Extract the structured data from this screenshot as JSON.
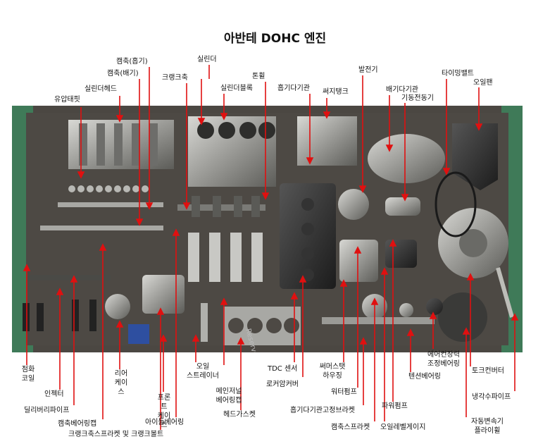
{
  "title": "아반테 DOHC 엔진",
  "watermark": "Reserved by HD1",
  "label_color": "#e01010",
  "labels": {
    "oil_pressure_switch": "유압태핏",
    "cylinder_head": "실린더헤드",
    "cam_intake": "캠축(흡기)",
    "cam_exhaust": "캠축(배기)",
    "crankshaft": "크랭크축",
    "cylinder": "실린더",
    "cylinder_block": "실린더블록",
    "flywheel_tonwheel": "톤휠",
    "intake_manifold": "흡기다기관",
    "surge_tank": "써지탱크",
    "alternator": "발전기",
    "exhaust_manifold": "배기다기관",
    "starter_motor": "기동전동기",
    "timing_belt": "타이밍밸트",
    "oil_pan": "오일팬",
    "ignition_coil": "점화\n코일",
    "injector": "인젝터",
    "delivery_pipe": "딜리버리파이프",
    "cam_bearing_cap": "캠축베어링캡",
    "crank_sprocket_bolt": "크랭크축스프라켓 및 크랭크볼트",
    "rear_case": "리어\n케이스",
    "front_case": "프론트\n케이스",
    "idler_bearing": "아이들베어링",
    "oil_strainer": "오일\n스트레이너",
    "main_journal_cap": "메인저널\n베어링캡",
    "head_gasket": "헤드가스켓",
    "tdc_sensor": "TDC 센서",
    "rocker_arm_cover": "로커암커버",
    "thermostat_housing": "써머스탯\n하우징",
    "water_pump": "워터펌프",
    "intake_bracket": "흡기다기관고정브라켓",
    "cam_sprocket": "캠축스프라켓",
    "oil_level_gauge": "오일레벨게이지",
    "power_pump": "파워펌프",
    "tensioner_bearing": "텐션베어링",
    "ac_tension_bearing": "에어컨장력\n조정베어링",
    "torque_converter": "토크컨버터",
    "coolant_pipe": "냉각수파이프",
    "transmission_flywheel": "자동변속기\n플라이휠"
  }
}
